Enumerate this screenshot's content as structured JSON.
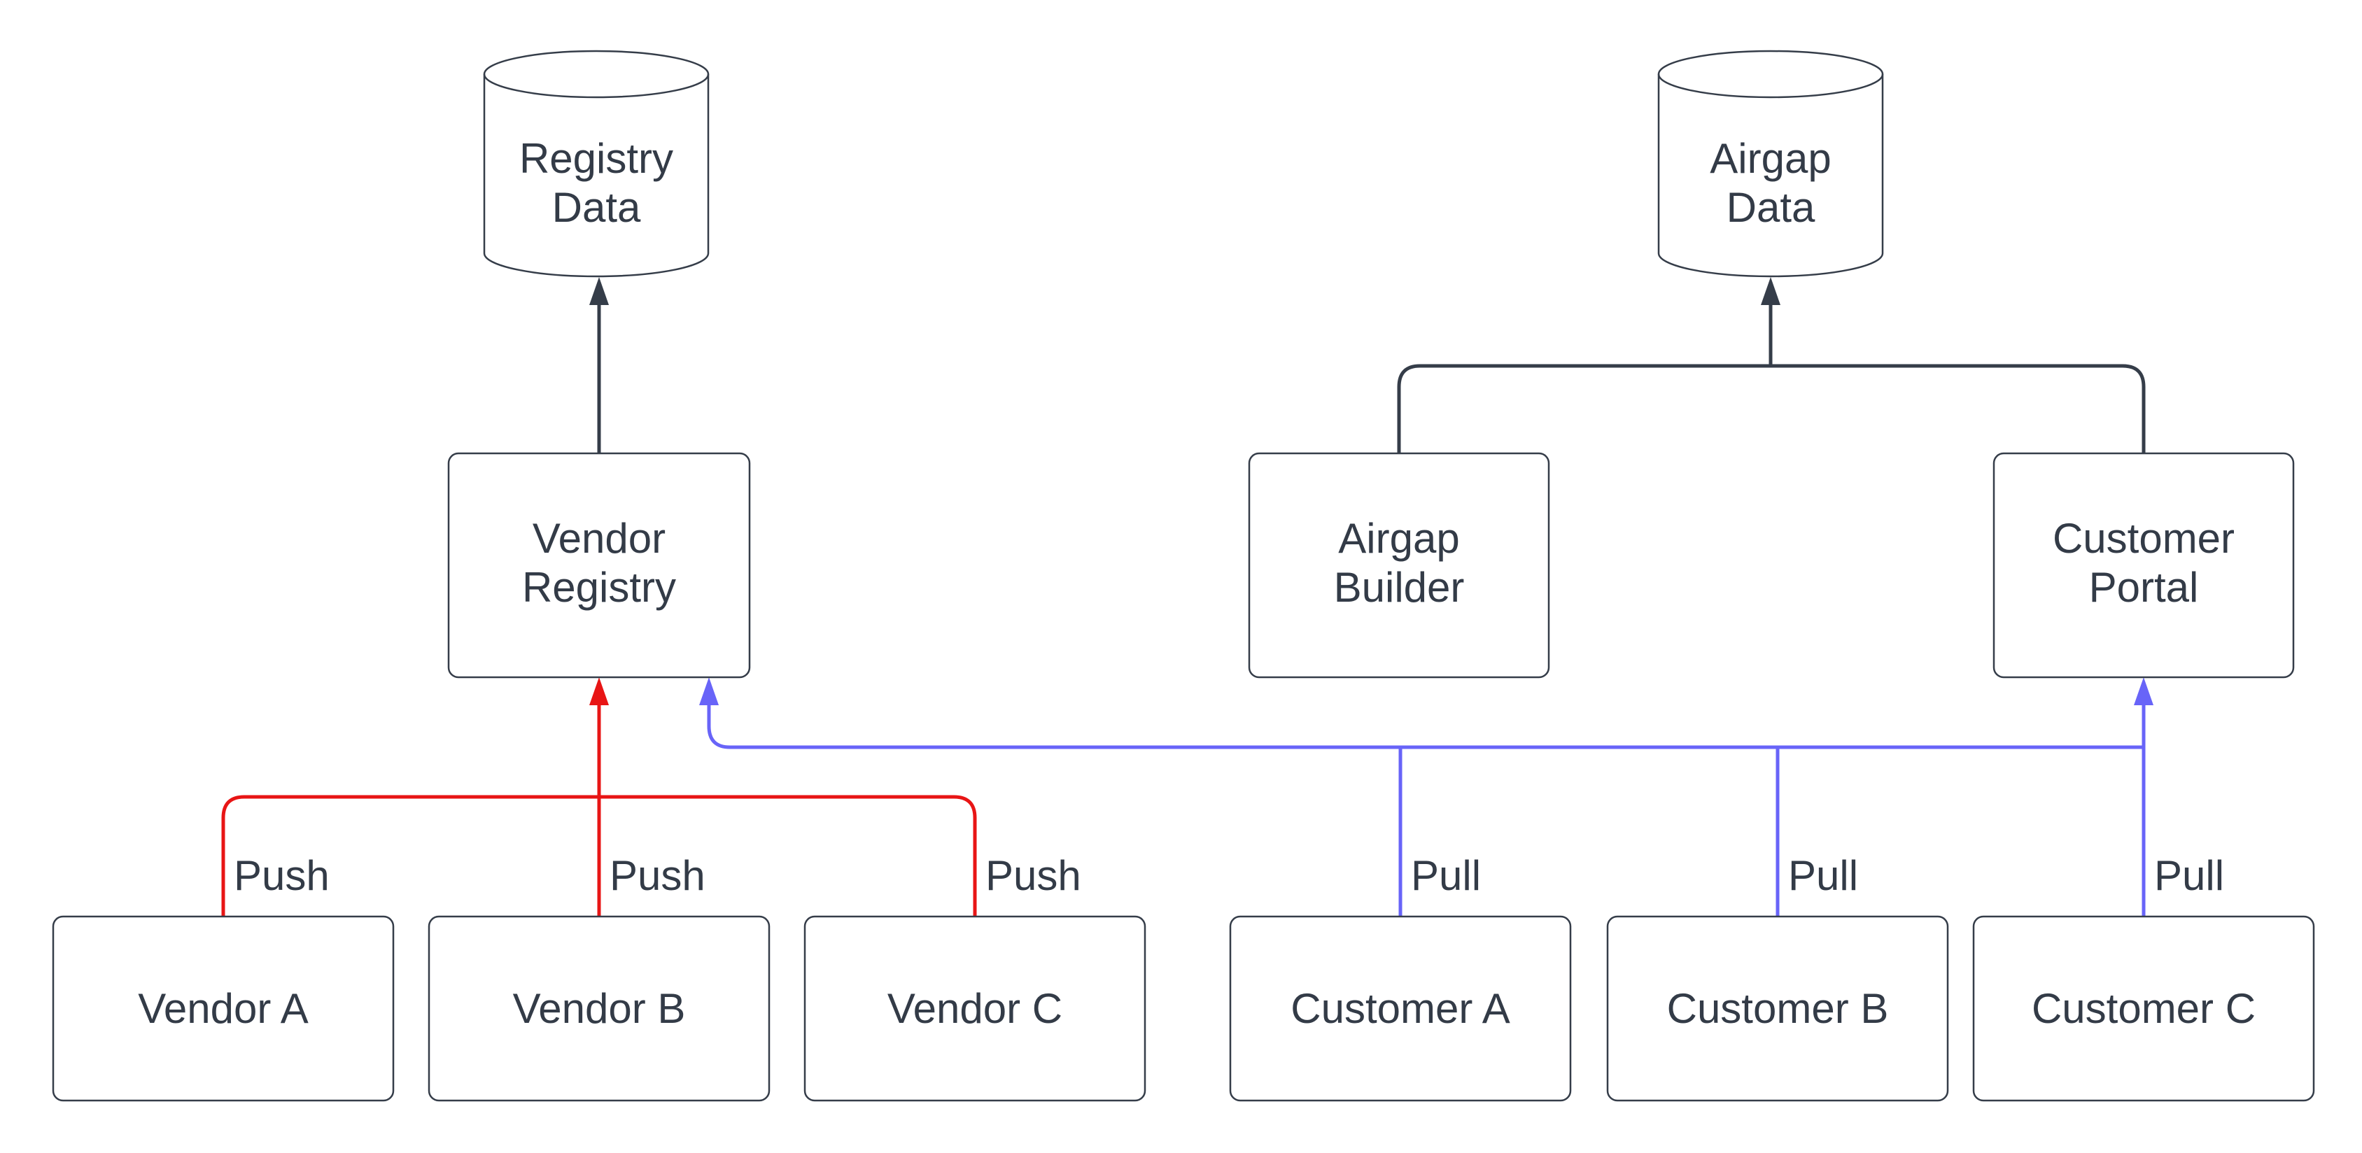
{
  "diagram": {
    "kind": "flowchart",
    "background": "#ffffff",
    "colors": {
      "node_border": "#353d49",
      "node_fill": "#ffffff",
      "text": "#333b47",
      "dark_edge": "#353d49",
      "push_edge": "#e81515",
      "pull_edge": "#6864f8"
    },
    "datastores": {
      "registry": {
        "line1": "Registry",
        "line2": "Data"
      },
      "airgap": {
        "line1": "Airgap",
        "line2": "Data"
      }
    },
    "services": {
      "vendor_registry": {
        "line1": "Vendor",
        "line2": "Registry"
      },
      "airgap_builder": {
        "line1": "Airgap",
        "line2": "Builder"
      },
      "customer_portal": {
        "line1": "Customer",
        "line2": "Portal"
      }
    },
    "sources": {
      "vendor_a": "Vendor A",
      "vendor_b": "Vendor B",
      "vendor_c": "Vendor C",
      "customer_a": "Customer A",
      "customer_b": "Customer B",
      "customer_c": "Customer C"
    },
    "edge_labels": {
      "push_a": "Push",
      "push_b": "Push",
      "push_c": "Push",
      "pull_a": "Pull",
      "pull_b": "Pull",
      "pull_c": "Pull"
    }
  }
}
